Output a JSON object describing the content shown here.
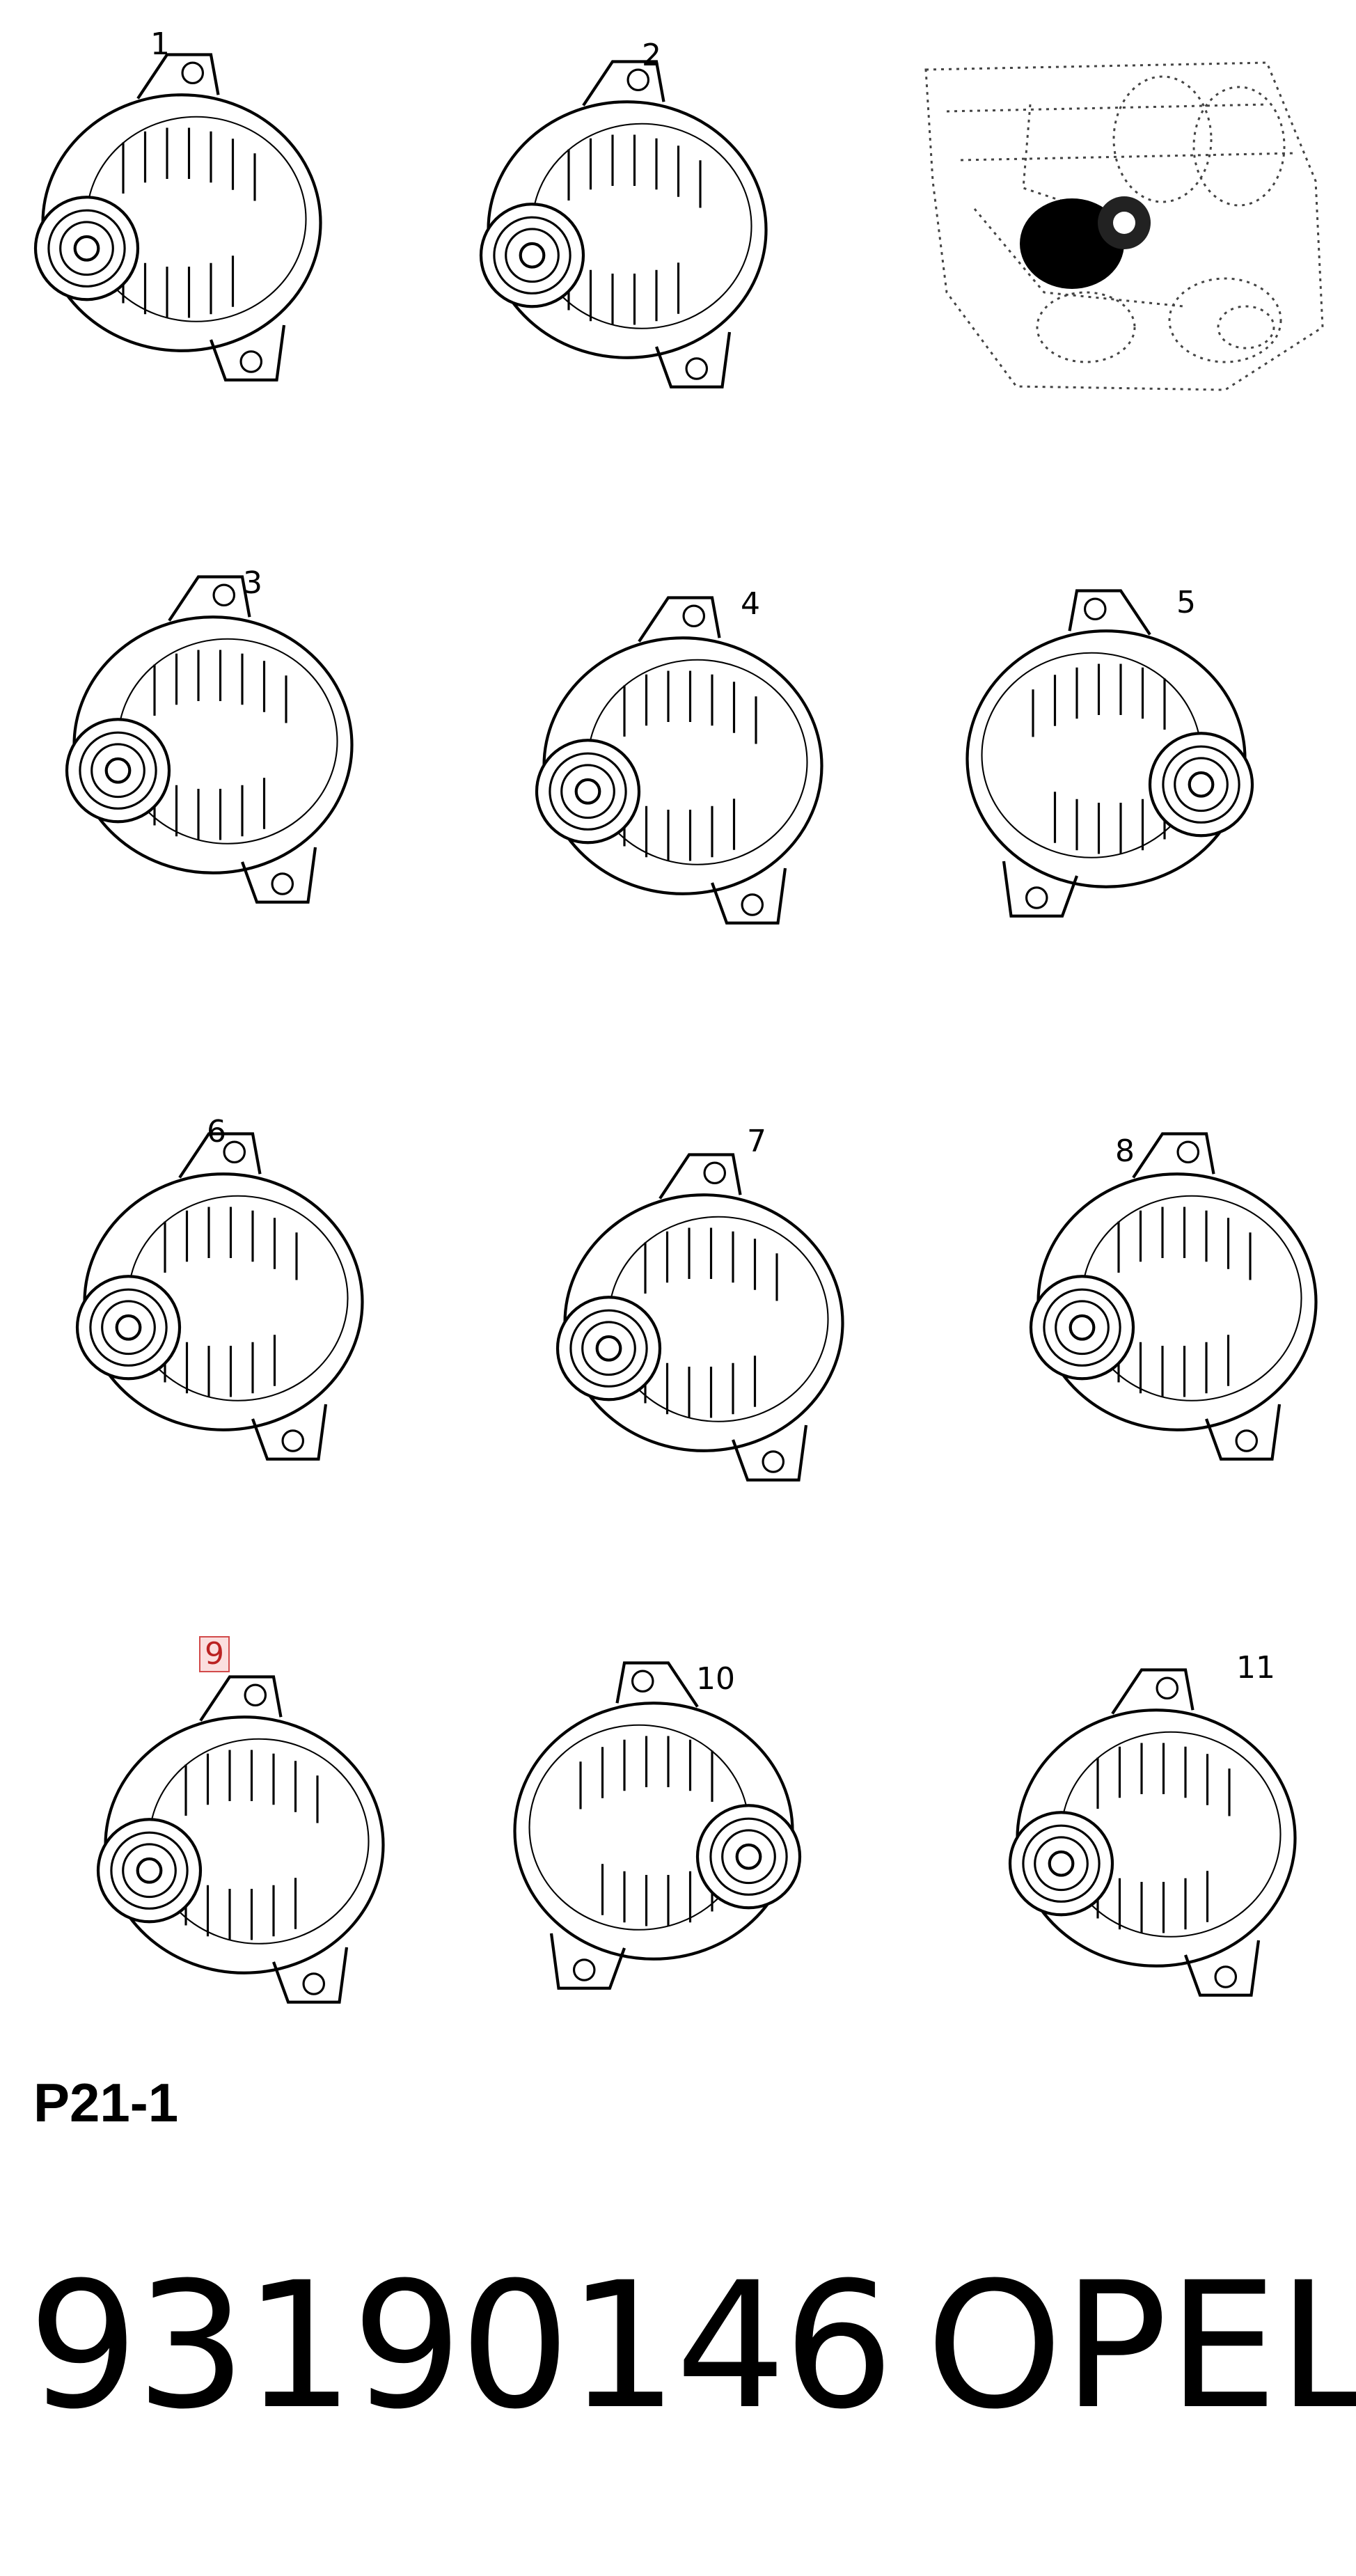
{
  "labels": [
    "1",
    "2",
    "3",
    "4",
    "5",
    "6",
    "7",
    "8",
    "9",
    "10",
    "11"
  ],
  "highlighted_label": "9",
  "page_code": "P21-1",
  "part_number": "93190146",
  "brand": "OPEL",
  "colors": {
    "line": "#000000",
    "highlight_border": "#d24a4a",
    "highlight_fill": "#fbdede",
    "background": "#ffffff"
  }
}
